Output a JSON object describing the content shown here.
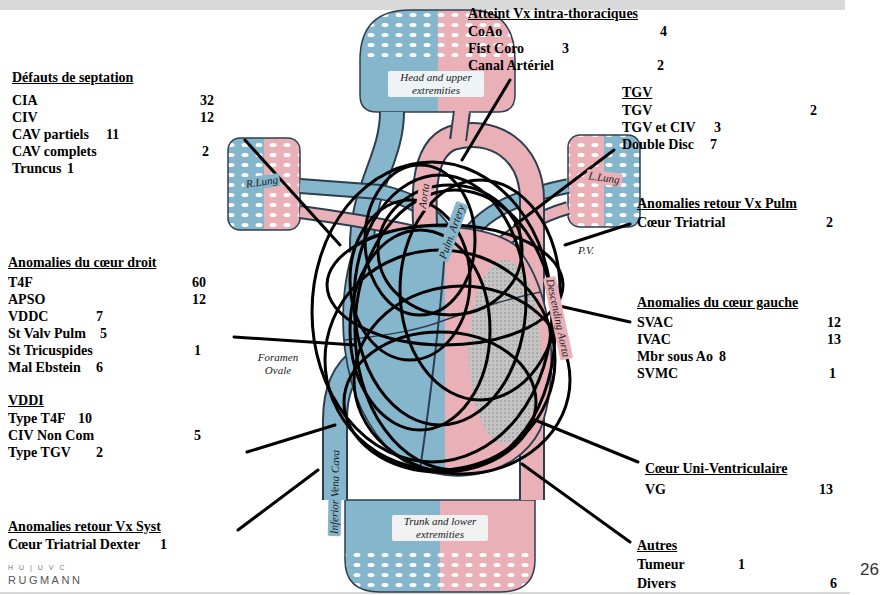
{
  "diagram": {
    "labels": [
      "Atteint Vx intra-thoraciques",
      "CoAo",
      "4",
      "Fist Coro",
      "3",
      "Canal Artériel",
      "2",
      "Défauts de septation",
      "CIA",
      "32",
      "CIV",
      "12",
      "CAV partiels",
      "11",
      "CAV complets",
      "2",
      "Truncus",
      "1",
      "Anomalies du cœur droit",
      "T4F",
      "60",
      "APSO",
      "12",
      "VDDC",
      "7",
      "St Valv Pulm",
      "5",
      "St Tricuspides",
      "1",
      "Mal Ebstein",
      "6",
      "VDDI",
      "Type T4F",
      "10",
      "CIV Non Com",
      "5",
      "Type TGV",
      "2",
      "Anomalies retour Vx Syst",
      "Cœur Triatrial Dexter",
      "1",
      "TGV",
      "TGV",
      "2",
      "TGV et CIV",
      "3",
      "Double Disc",
      "7",
      "Anomalies retour Vx Pulm",
      "Cœur Triatrial",
      "2",
      "Anomalies du cœur gauche",
      "SVAC",
      "12",
      "IVAC",
      "13",
      "Mbr sous Ao",
      "8",
      "SVMC",
      "1",
      "Cœur Uni-Ventriculaire",
      "VG",
      "13",
      "Autres",
      "Tumeur",
      "1",
      "Divers",
      "6",
      "26",
      "H U | U V C",
      "RUGMANN",
      "Head and upper extremities",
      "R.Lung",
      "L.Lung",
      "Aorta",
      "Pulm. Artery",
      "P.V.",
      "Foramen Ovale",
      "Descending Aorta",
      "Inferior Vena Cava",
      "Trunk and lower extremities"
    ]
  }
}
